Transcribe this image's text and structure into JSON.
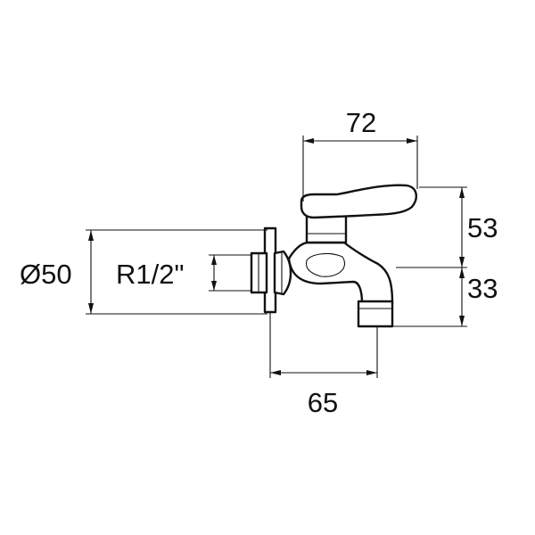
{
  "dimensions": {
    "top_width": "72",
    "upper_height": "53",
    "lower_height": "33",
    "bottom_width": "65",
    "flange_diameter": "Ø50",
    "thread_size": "R1/2\""
  },
  "colors": {
    "line": "#111111",
    "background": "#ffffff"
  }
}
